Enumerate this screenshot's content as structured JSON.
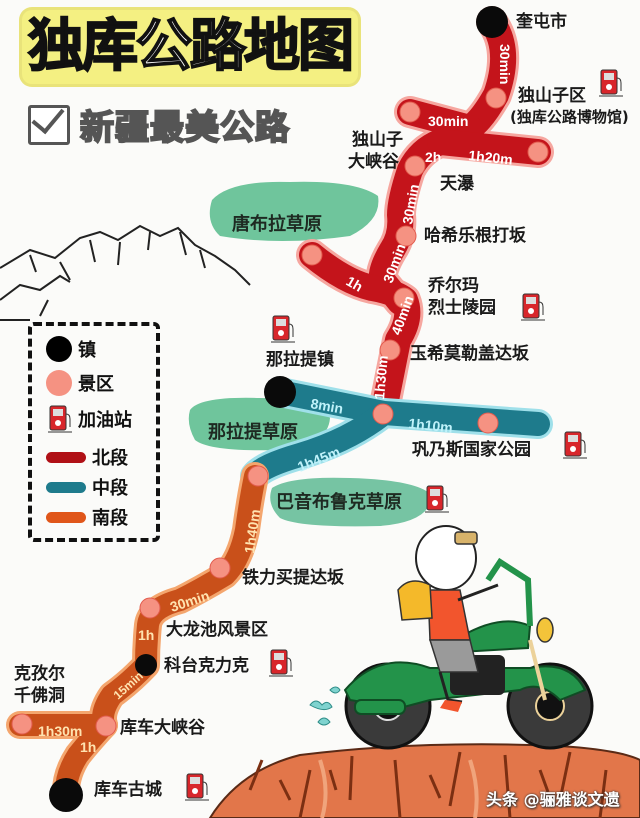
{
  "title": {
    "part1": "独库",
    "highlight": "公路",
    "part2": "地图"
  },
  "subtitle": "新疆最美公路",
  "legend": {
    "items": [
      {
        "type": "town",
        "label": "镇",
        "color": "#000000"
      },
      {
        "type": "scenic",
        "label": "景区",
        "color": "#f59282"
      },
      {
        "type": "gas",
        "label": "加油站",
        "color": "#d8262b"
      },
      {
        "type": "north",
        "label": "北段",
        "color": "#b01016"
      },
      {
        "type": "middle",
        "label": "中段",
        "color": "#1e7b8c"
      },
      {
        "type": "south",
        "label": "南段",
        "color": "#c9501a"
      }
    ]
  },
  "segments": {
    "north": {
      "name": "北段",
      "color": "#c4141b"
    },
    "middle": {
      "name": "中段",
      "color": "#1e7b8c"
    },
    "south": {
      "name": "南段",
      "color": "#c9501a"
    }
  },
  "places": {
    "kuitun": "奎屯市",
    "dushanzi": "独山子区",
    "museum": "(独库公路博物馆)",
    "grand_canyon_1": "独山子",
    "grand_canyon_2": "大峡谷",
    "tianpu": "天瀑",
    "tangbula": "唐布拉草原",
    "haxile": "哈希乐根打坂",
    "qiaoerma_1": "乔尔玛",
    "qiaoerma_2": "烈士陵园",
    "yuxi": "玉希莫勒盖达坂",
    "nalati_town": "那拉提镇",
    "nalati_grass": "那拉提草原",
    "gongnaisi": "巩乃斯国家公园",
    "bayinbuluke": "巴音布鲁克草原",
    "tielimaiti": "铁力买提达坂",
    "dalongchi": "大龙池风景区",
    "ketaikelike": "科台克力克",
    "kezier_1": "克孜尔",
    "kezier_2": "千佛洞",
    "kuche_canyon": "库车大峡谷",
    "kuche_city": "库车古城"
  },
  "times": {
    "kuitun_dushanzi": "30min",
    "dushanzi_west": "30min",
    "dushanzi_canyon": "2h",
    "dushanzi_east": "1h20m",
    "tianpu_haxile": "30min",
    "haxile_qiaoerma": "30min",
    "tangbula_qiaoerma": "1h",
    "qiaoerma_yuxi": "40min",
    "yuxi_junction": "1h30m",
    "nalati_junction": "8min",
    "junction_gongnaisi": "1h10m",
    "junction_bayinbuluke": "1h45m",
    "bayin_tielimaiti": "1h40m",
    "tielimaiti_dalongchi": "30min",
    "dalongchi_ketai": "1h",
    "ketai_kuchecanyon": "15min",
    "kezier_kuchecanyon": "1h30m",
    "kuchecanyon_kuchecity": "1h"
  },
  "watermark": "头条 @骊雅谈文遗"
}
